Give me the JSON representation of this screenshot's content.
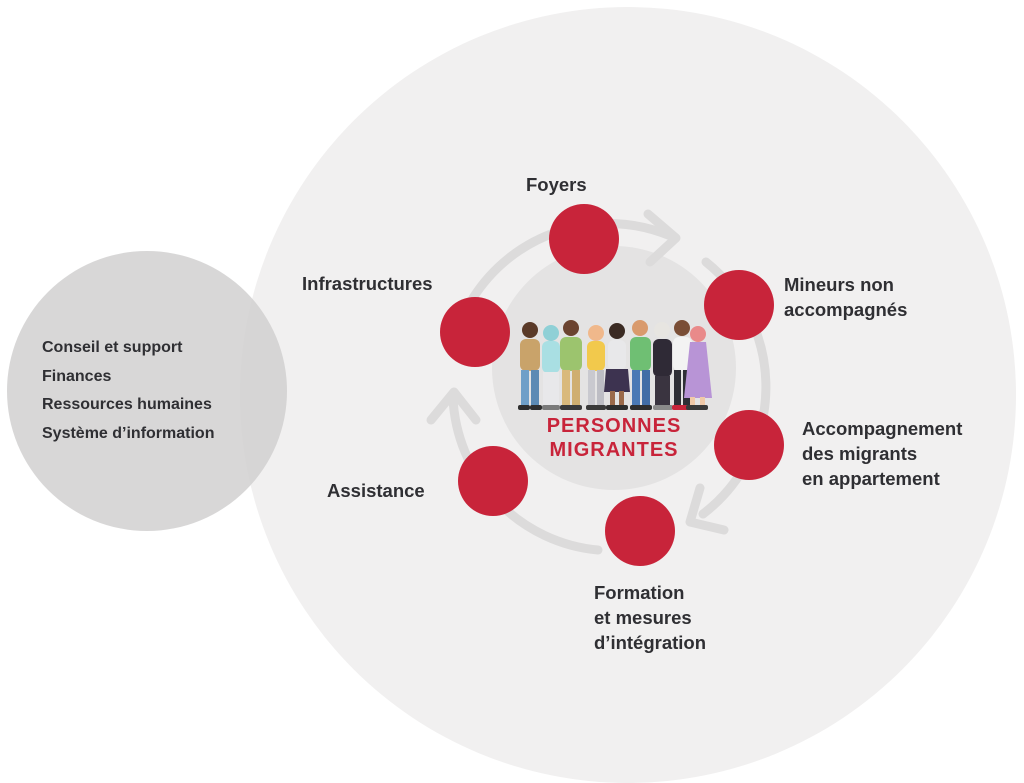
{
  "support": {
    "items": [
      "Conseil et support",
      "Finances",
      "Ressources humaines",
      "Système d’information"
    ]
  },
  "center": {
    "line1": "PERSONNES",
    "line2": "MIGRANTES",
    "illustration_icon": "group-of-people-illustration"
  },
  "services": {
    "foyers": {
      "lines": [
        "Foyers"
      ]
    },
    "mineurs": {
      "lines": [
        "Mineurs non",
        "accompagnés"
      ]
    },
    "accompagnement": {
      "lines": [
        "Accompagnement",
        "des migrants",
        "en appartement"
      ]
    },
    "formation": {
      "lines": [
        "Formation",
        "et mesures",
        "d’intégration"
      ]
    },
    "assistance": {
      "lines": [
        "Assistance"
      ]
    },
    "infrastructures": {
      "lines": [
        "Infrastructures"
      ]
    }
  },
  "colors": {
    "node_red": "#c8243a",
    "big_circle": "#f1f0f0",
    "support_circle": "#d2d1d1",
    "center_circle": "#e6e5e5",
    "cycle_arrow": "#dcdbdb",
    "text": "#2f2f33",
    "accent_text": "#c8243a"
  }
}
